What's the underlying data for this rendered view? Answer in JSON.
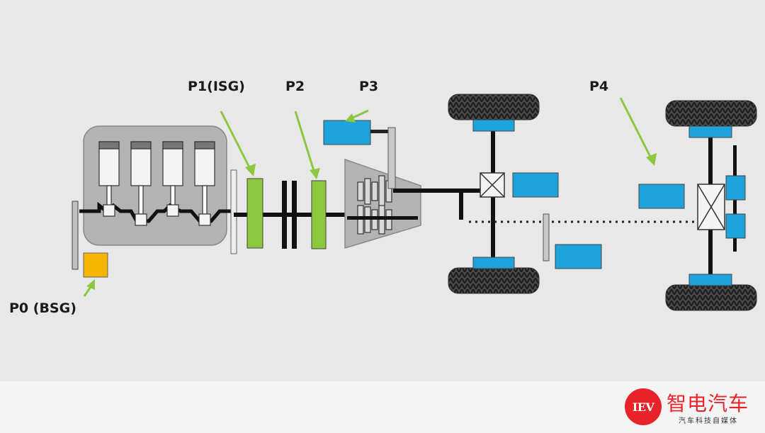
{
  "labels": {
    "p0": "P0 (BSG)",
    "p1": "P1(ISG)",
    "p2": "P2",
    "p3": "P3",
    "p4": "P4"
  },
  "colors": {
    "motor_blue": "#1ea3dc",
    "motor_green": "#8dc63f",
    "motor_orange": "#f5b400",
    "arrow_green": "#8dc63f",
    "brand_red": "#e8232a"
  },
  "footer": {
    "logo_mark": "IEV",
    "brand_name": "智电汽车",
    "tagline": "汽车科技自媒体"
  }
}
